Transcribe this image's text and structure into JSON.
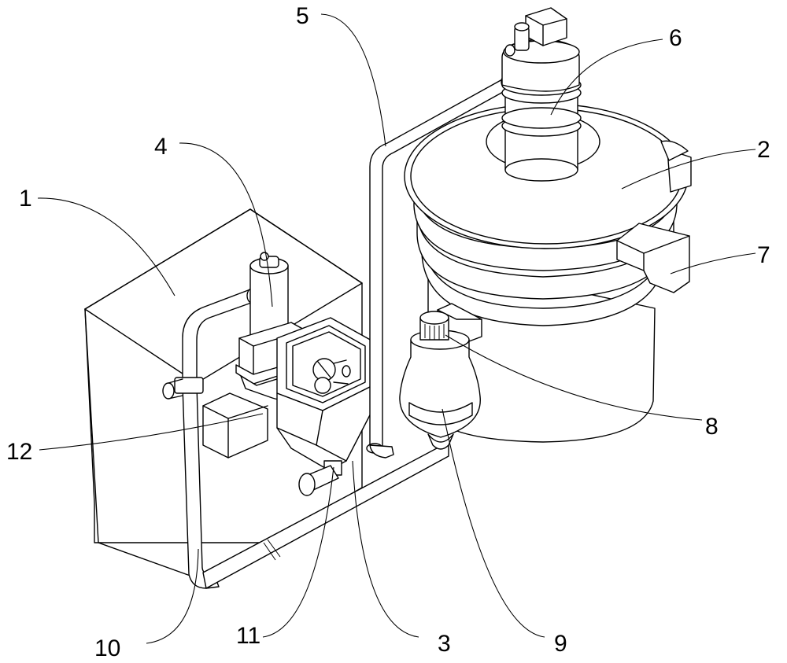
{
  "figure": {
    "description_labels": [
      {
        "id": "label-1",
        "text": "1"
      },
      {
        "id": "label-2",
        "text": "2"
      },
      {
        "id": "label-3",
        "text": "3"
      },
      {
        "id": "label-4",
        "text": "4"
      },
      {
        "id": "label-5",
        "text": "5"
      },
      {
        "id": "label-6",
        "text": "6"
      },
      {
        "id": "label-7",
        "text": "7"
      },
      {
        "id": "label-8",
        "text": "8"
      },
      {
        "id": "label-9",
        "text": "9"
      },
      {
        "id": "label-10",
        "text": "10"
      },
      {
        "id": "label-11",
        "text": "11"
      },
      {
        "id": "label-12",
        "text": "12"
      }
    ]
  },
  "colors": {
    "line": "#000000",
    "background": "#ffffff"
  }
}
